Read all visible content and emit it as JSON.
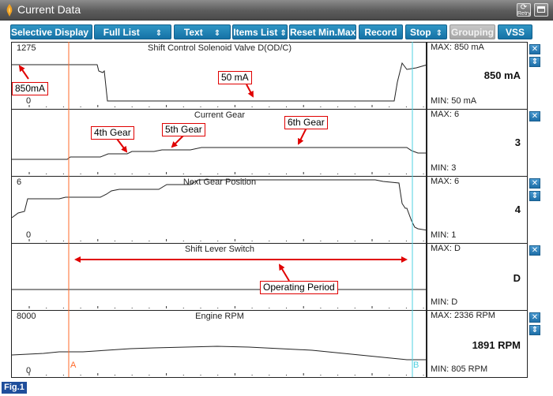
{
  "window": {
    "title": "Current Data",
    "retry_label": "Retry"
  },
  "toolbar": {
    "buttons": [
      {
        "label": "Selective Display",
        "dropdown": true,
        "enabled": true
      },
      {
        "label": "Full List",
        "dropdown": true,
        "enabled": true
      },
      {
        "label": "Text",
        "dropdown": true,
        "enabled": true
      },
      {
        "label": "Items List",
        "dropdown": true,
        "enabled": true
      },
      {
        "label": "Reset Min.Max",
        "dropdown": false,
        "enabled": true
      },
      {
        "label": "Record",
        "dropdown": false,
        "enabled": true
      },
      {
        "label": "Stop",
        "dropdown": true,
        "enabled": true
      },
      {
        "label": "Grouping",
        "dropdown": false,
        "enabled": false
      },
      {
        "label": "VSS",
        "dropdown": false,
        "enabled": true
      }
    ]
  },
  "graphs": [
    {
      "title": "Shift Control Solenoid Valve D(OD/C)",
      "scale_max": "1275",
      "scale_min": "0",
      "max_text": "MAX:   850 mA",
      "min_text": "MIN:   50 mA",
      "current": "850 mA",
      "has_scale_button": true
    },
    {
      "title": "Current Gear",
      "scale_max": "",
      "scale_min": "",
      "max_text": "MAX: 6",
      "min_text": "MIN: 3",
      "current": "3",
      "has_scale_button": false
    },
    {
      "title": "Next Gear Position",
      "scale_max": "6",
      "scale_min": "0",
      "max_text": "MAX:     6",
      "min_text": "MIN:     1",
      "current": "4",
      "has_scale_button": true
    },
    {
      "title": "Shift Lever Switch",
      "scale_max": "",
      "scale_min": "",
      "max_text": "MAX: D",
      "min_text": "MIN: D",
      "current": "D",
      "has_scale_button": false
    },
    {
      "title": "Engine RPM",
      "scale_max": "8000",
      "scale_min": "0",
      "max_text": "MAX:  2336 RPM",
      "min_text": "MIN:   805 RPM",
      "current": "1891 RPM",
      "has_scale_button": true
    }
  ],
  "cursors": {
    "a_label": "A",
    "b_label": "B",
    "a_color": "#ff6a2a",
    "b_color": "#4fd0e0"
  },
  "annotations": {
    "valve_high": "850mA",
    "valve_low": "50 mA",
    "gear4": "4th Gear",
    "gear5": "5th Gear",
    "gear6": "6th Gear",
    "operating_period": "Operating Period"
  },
  "figure_label": "Fig.1",
  "colors": {
    "accent": "#1f7db3",
    "annotation": "#e00000",
    "fig_label_bg": "#1f4e9b"
  }
}
